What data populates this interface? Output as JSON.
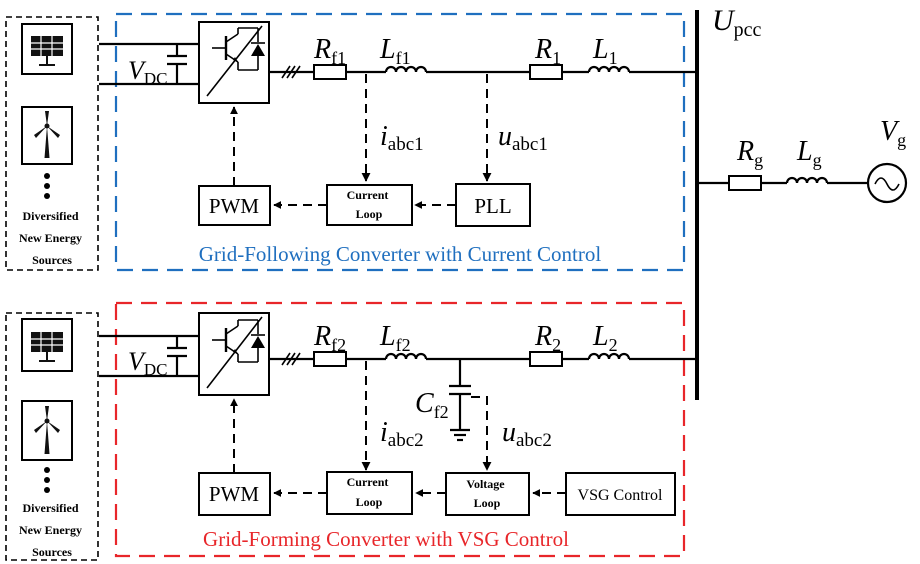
{
  "colors": {
    "following": "#1f6fbf",
    "forming": "#e8262a",
    "wire": "#000000"
  },
  "icons": [
    "solar-panel-icon",
    "wind-turbine-icon",
    "igbt-switch-icon",
    "inductor-icon",
    "resistor-icon",
    "ac-source-icon",
    "ground-icon"
  ],
  "pcc": {
    "u": "U",
    "sub": "pcc"
  },
  "grid": {
    "r": "R",
    "r_sub": "g",
    "l": "L",
    "l_sub": "g",
    "v": "V",
    "v_sub": "g"
  },
  "top": {
    "caption": "Grid-Following Converter with Current Control",
    "sources": [
      "Diversified",
      "New Energy",
      "Sources"
    ],
    "vdc": "V",
    "vdc_sub": "DC",
    "rf": "R",
    "rf_sub": "f1",
    "lf": "L",
    "lf_sub": "f1",
    "r": "R",
    "r_sub": "1",
    "l": "L",
    "l_sub": "1",
    "i": "i",
    "i_sub": "abc1",
    "u": "u",
    "u_sub": "abc1",
    "pwm": "PWM",
    "loop": [
      "Current",
      "Loop"
    ],
    "ctrl": "PLL"
  },
  "bottom": {
    "caption": "Grid-Forming Converter with VSG Control",
    "sources": [
      "Diversified",
      "New Energy",
      "Sources"
    ],
    "vdc": "V",
    "vdc_sub": "DC",
    "rf": "R",
    "rf_sub": "f2",
    "lf": "L",
    "lf_sub": "f2",
    "r": "R",
    "r_sub": "2",
    "l": "L",
    "l_sub": "2",
    "c": "C",
    "c_sub": "f2",
    "i": "i",
    "i_sub": "abc2",
    "u": "u",
    "u_sub": "abc2",
    "pwm": "PWM",
    "loop": [
      "Current",
      "Loop"
    ],
    "vloop": [
      "Voltage",
      "Loop"
    ],
    "ctrl": "VSG Control"
  }
}
